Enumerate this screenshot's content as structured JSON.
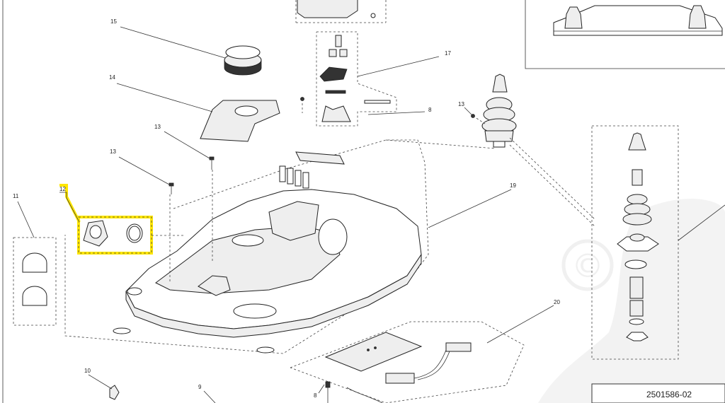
{
  "drawing": {
    "callouts": {
      "c8a": "8",
      "c8b": "8",
      "c9": "9",
      "c10": "10",
      "c11": "11",
      "c12": "12",
      "c13a": "13",
      "c13b": "13",
      "c13c": "13",
      "c14": "14",
      "c15": "15",
      "c17": "17",
      "c19": "19",
      "c20": "20"
    },
    "drawing_number": "2501586-02",
    "highlight_color": "#ffe600",
    "watermark": "©"
  }
}
